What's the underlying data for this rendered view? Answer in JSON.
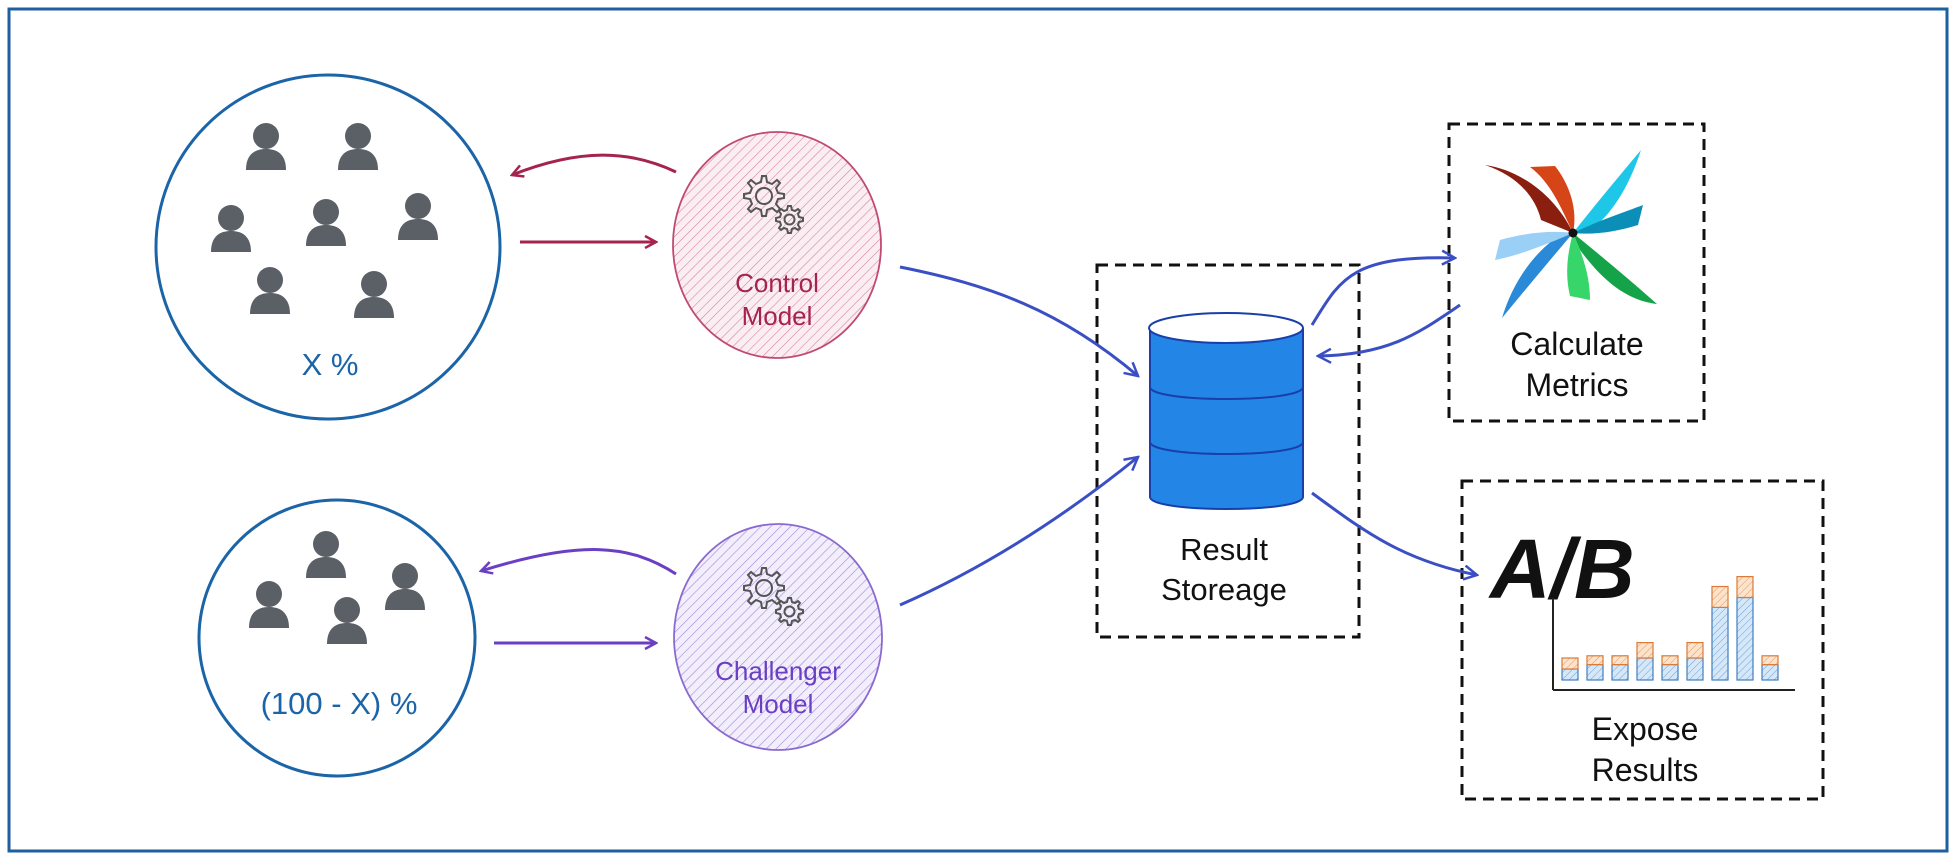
{
  "groups": {
    "control_group_label": "X %",
    "challenger_group_label": "(100 - X) %"
  },
  "models": {
    "control": {
      "line1": "Control",
      "line2": "Model"
    },
    "challenger": {
      "line1": "Challenger",
      "line2": "Model"
    }
  },
  "storage": {
    "line1": "Result",
    "line2": "Storeage"
  },
  "metrics": {
    "line1": "Calculate",
    "line2": "Metrics"
  },
  "results": {
    "line1": "Expose",
    "line2": "Results",
    "ab_text": "A/B"
  },
  "results_bars": [
    {
      "blue": 1,
      "orange": 1
    },
    {
      "blue": 1.4,
      "orange": 0.8
    },
    {
      "blue": 1.4,
      "orange": 0.8
    },
    {
      "blue": 2,
      "orange": 1.4
    },
    {
      "blue": 1.4,
      "orange": 0.8
    },
    {
      "blue": 2,
      "orange": 1.4
    },
    {
      "blue": 6.6,
      "orange": 1.9
    },
    {
      "blue": 7.5,
      "orange": 1.9
    },
    {
      "blue": 1.4,
      "orange": 0.8
    }
  ],
  "colors": {
    "frame": "#1f5f9f",
    "group_circle": "#1b64a8",
    "group_text": "#1b64a8",
    "person_icon": "#5b5f66",
    "control": "#a5234f",
    "challenger": "#6a3fc4",
    "flow_arrow": "#3b4fc4",
    "database": "#2386e6",
    "bar_blue": "#7fb3e6",
    "bar_orange": "#f3b27a"
  },
  "icons": {
    "person": "person-icon",
    "gears": "gears-icon",
    "database": "database-icon",
    "pinwheel": "pinwheel-logo-icon",
    "ab_chart": "ab-bar-chart-icon"
  }
}
